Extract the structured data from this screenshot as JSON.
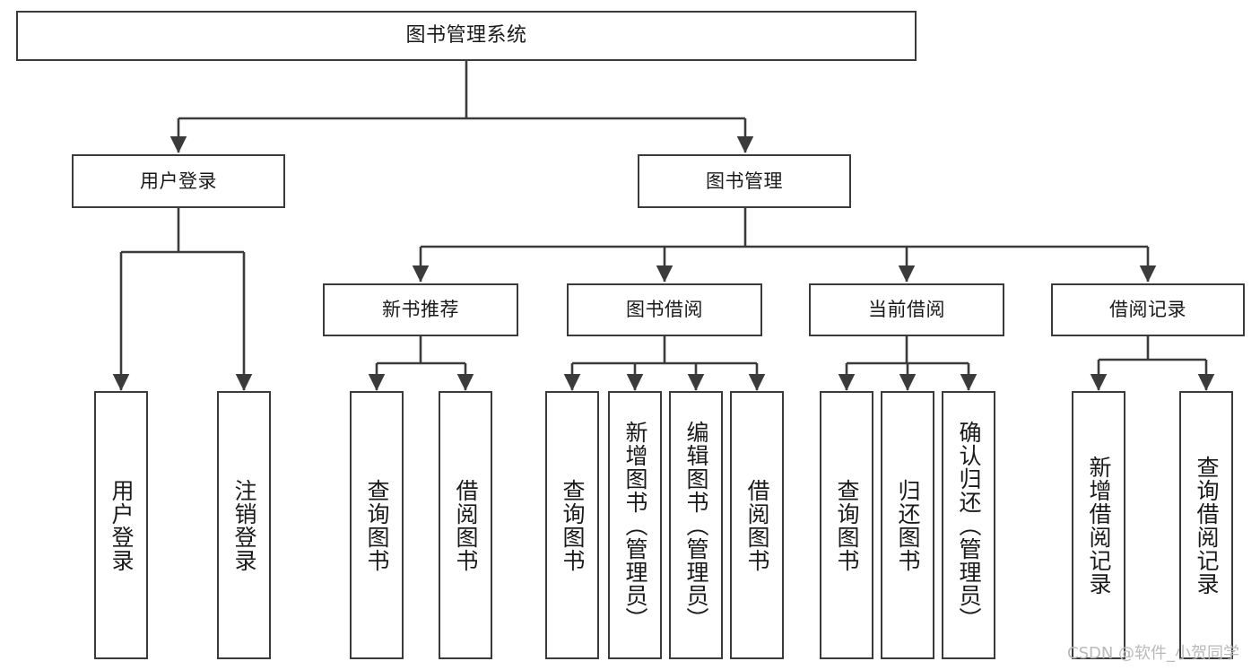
{
  "diagram": {
    "type": "tree",
    "title": "图书管理系统",
    "style": {
      "box_border": "#3b3b3b",
      "box_fill": "#ffffff",
      "line": "#3b3b3b",
      "text": "#1a1a1a",
      "background": "#ffffff",
      "watermark_color": "#b9b9b9"
    },
    "levels": {
      "level1": [
        {
          "id": "root",
          "label": "图书管理系统"
        }
      ],
      "level2": [
        {
          "id": "user-login",
          "label": "用户登录"
        },
        {
          "id": "book-mgmt",
          "label": "图书管理"
        }
      ],
      "level3": [
        {
          "id": "new-book-rec",
          "label": "新书推荐"
        },
        {
          "id": "book-borrow",
          "label": "图书借阅"
        },
        {
          "id": "current-borrow",
          "label": "当前借阅"
        },
        {
          "id": "borrow-record",
          "label": "借阅记录"
        }
      ],
      "level4": [
        {
          "id": "leaf-user-login",
          "label": "用户登录",
          "parent": "user-login"
        },
        {
          "id": "leaf-logout",
          "label": "注销登录",
          "parent": "user-login"
        },
        {
          "id": "leaf-query-book-1",
          "label": "查询图书",
          "parent": "new-book-rec"
        },
        {
          "id": "leaf-borrow-book-1",
          "label": "借阅图书",
          "parent": "new-book-rec"
        },
        {
          "id": "leaf-query-book-2",
          "label": "查询图书",
          "parent": "book-borrow"
        },
        {
          "id": "leaf-add-book",
          "label": "新增图书（管理员）",
          "parent": "book-borrow"
        },
        {
          "id": "leaf-edit-book",
          "label": "编辑图书（管理员）",
          "parent": "book-borrow"
        },
        {
          "id": "leaf-borrow-book-2",
          "label": "借阅图书",
          "parent": "book-borrow"
        },
        {
          "id": "leaf-query-book-3",
          "label": "查询图书",
          "parent": "current-borrow"
        },
        {
          "id": "leaf-return-book",
          "label": "归还图书",
          "parent": "current-borrow"
        },
        {
          "id": "leaf-confirm-return",
          "label": "确认归还（管理员）",
          "parent": "current-borrow"
        },
        {
          "id": "leaf-add-record",
          "label": "新增借阅记录",
          "parent": "borrow-record"
        },
        {
          "id": "leaf-query-record",
          "label": "查询借阅记录",
          "parent": "borrow-record"
        }
      ]
    }
  },
  "watermark": {
    "text": "CSDN @软件_小贺同学"
  }
}
